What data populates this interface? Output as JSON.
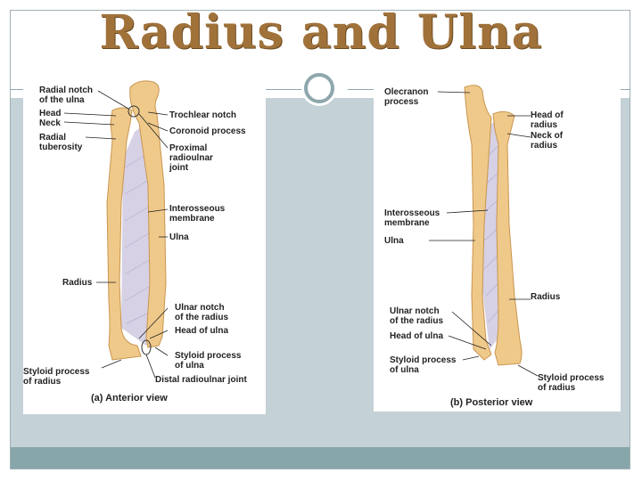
{
  "slide": {
    "title": "Radius and Ulna"
  },
  "anterior": {
    "caption": "(a) Anterior view",
    "labels": {
      "radial_notch": "Radial notch\nof the ulna",
      "head": "Head",
      "neck": "Neck",
      "radial_tuberosity": "Radial\ntuberosity",
      "trochlear_notch": "Trochlear notch",
      "coronoid_process": "Coronoid process",
      "proximal_joint": "Proximal\nradioulnar\njoint",
      "interosseous": "Interosseous\nmembrane",
      "ulna": "Ulna",
      "radius": "Radius",
      "ulnar_notch": "Ulnar notch\nof the radius",
      "head_of_ulna": "Head of ulna",
      "styloid_ulna": "Styloid process\nof ulna",
      "styloid_radius": "Styloid process\nof radius",
      "distal_joint": "Distal radioulnar joint"
    }
  },
  "posterior": {
    "caption": "(b) Posterior view",
    "labels": {
      "olecranon": "Olecranon\nprocess",
      "head_of_radius": "Head of\nradius",
      "neck_of_radius": "Neck of\nradius",
      "interosseous": "Interosseous\nmembrane",
      "ulna": "Ulna",
      "radius": "Radius",
      "ulnar_notch": "Ulnar notch\nof the radius",
      "head_of_ulna": "Head of ulna",
      "styloid_ulna": "Styloid process\nof ulna",
      "styloid_radius": "Styloid process\nof radius"
    }
  },
  "colors": {
    "bone": "#efc98a",
    "bone_shade": "#d9a860",
    "membrane": "#c9c3da",
    "title": "#a0723a",
    "accent": "#87a6a9"
  }
}
